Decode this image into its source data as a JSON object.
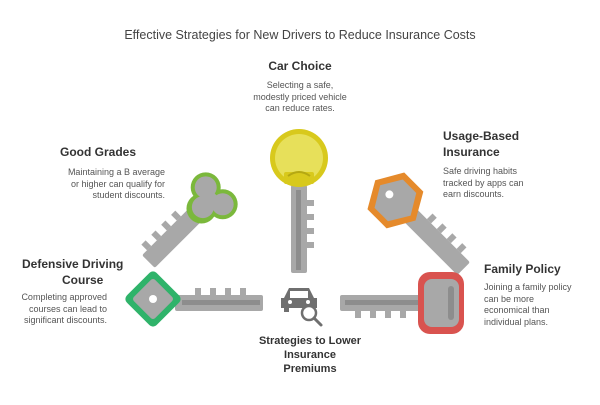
{
  "title": "Effective Strategies for New Drivers to Reduce Insurance Costs",
  "center": {
    "label": "Strategies to Lower Insurance Premiums",
    "line1": "Strategies to Lower",
    "line2": "Insurance",
    "line3": "Premiums",
    "icon": "car-search-icon"
  },
  "strategies": {
    "car_choice": {
      "heading": "Car Choice",
      "desc_line1": "Selecting a safe,",
      "desc_line2": "modestly priced vehicle",
      "desc_line3": "can reduce rates.",
      "color": "#d8c91c"
    },
    "good_grades": {
      "heading": "Good Grades",
      "desc_line1": "Maintaining a B average",
      "desc_line2": "or higher can qualify for",
      "desc_line3": "student discounts.",
      "color": "#7bb83c"
    },
    "usage_based": {
      "heading_line1": "Usage-Based",
      "heading_line2": "Insurance",
      "desc_line1": "Safe driving habits",
      "desc_line2": "tracked by apps can",
      "desc_line3": "earn discounts.",
      "color": "#e58a2b"
    },
    "defensive_driving": {
      "heading_line1": "Defensive Driving",
      "heading_line2": "Course",
      "desc_line1": "Completing approved",
      "desc_line2": "courses can lead to",
      "desc_line3": "significant discounts.",
      "color": "#2fb36a"
    },
    "family_policy": {
      "heading": "Family Policy",
      "desc_line1": "Joining a family policy",
      "desc_line2": "can be more",
      "desc_line3": "economical than",
      "desc_line4": "individual plans.",
      "color": "#d9534f"
    }
  },
  "colors": {
    "key_grey": "#a8a8a8",
    "key_dark": "#7a7a7a"
  }
}
